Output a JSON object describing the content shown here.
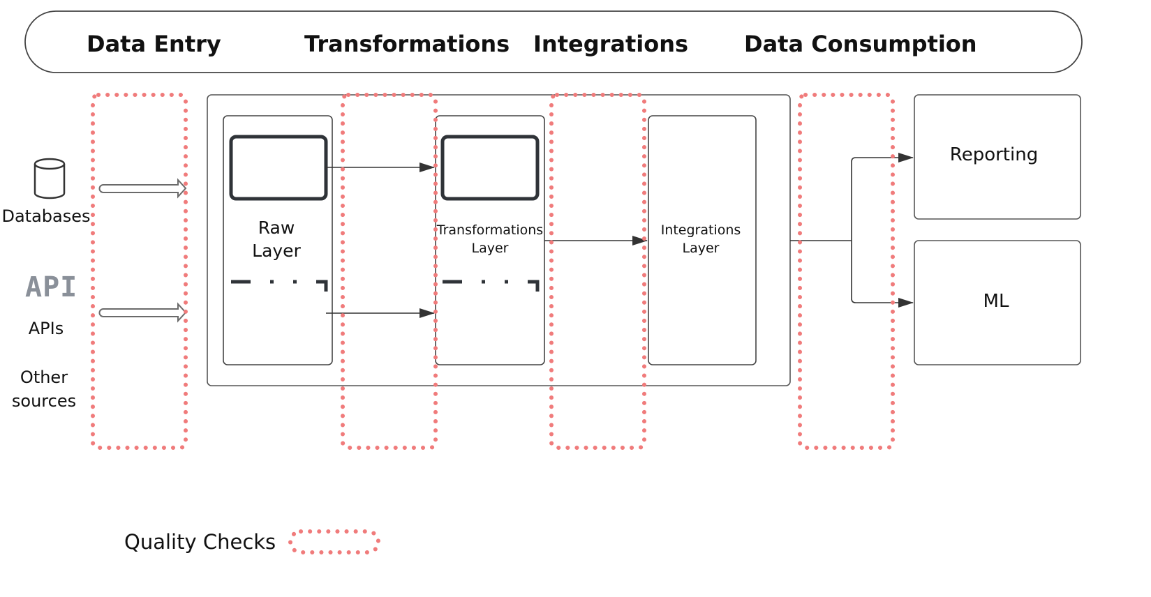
{
  "stages": [
    "Data Entry",
    "Transformations",
    "Integrations",
    "Data Consumption"
  ],
  "sources": {
    "databases": "Databases",
    "api_icon_text": "API",
    "apis": "APIs",
    "other_line1": "Other",
    "other_line2": "sources"
  },
  "layers": {
    "raw_line1": "Raw",
    "raw_line2": "Layer",
    "transformations_line1": "Transformations",
    "transformations_line2": "Layer",
    "integrations_line1": "Integrations",
    "integrations_line2": "Layer"
  },
  "consumers": {
    "reporting": "Reporting",
    "ml": "ML"
  },
  "legend": {
    "quality_checks": "Quality Checks"
  },
  "colors": {
    "quality_check": "#f07b7b",
    "outline": "#555555",
    "text": "#111111"
  }
}
